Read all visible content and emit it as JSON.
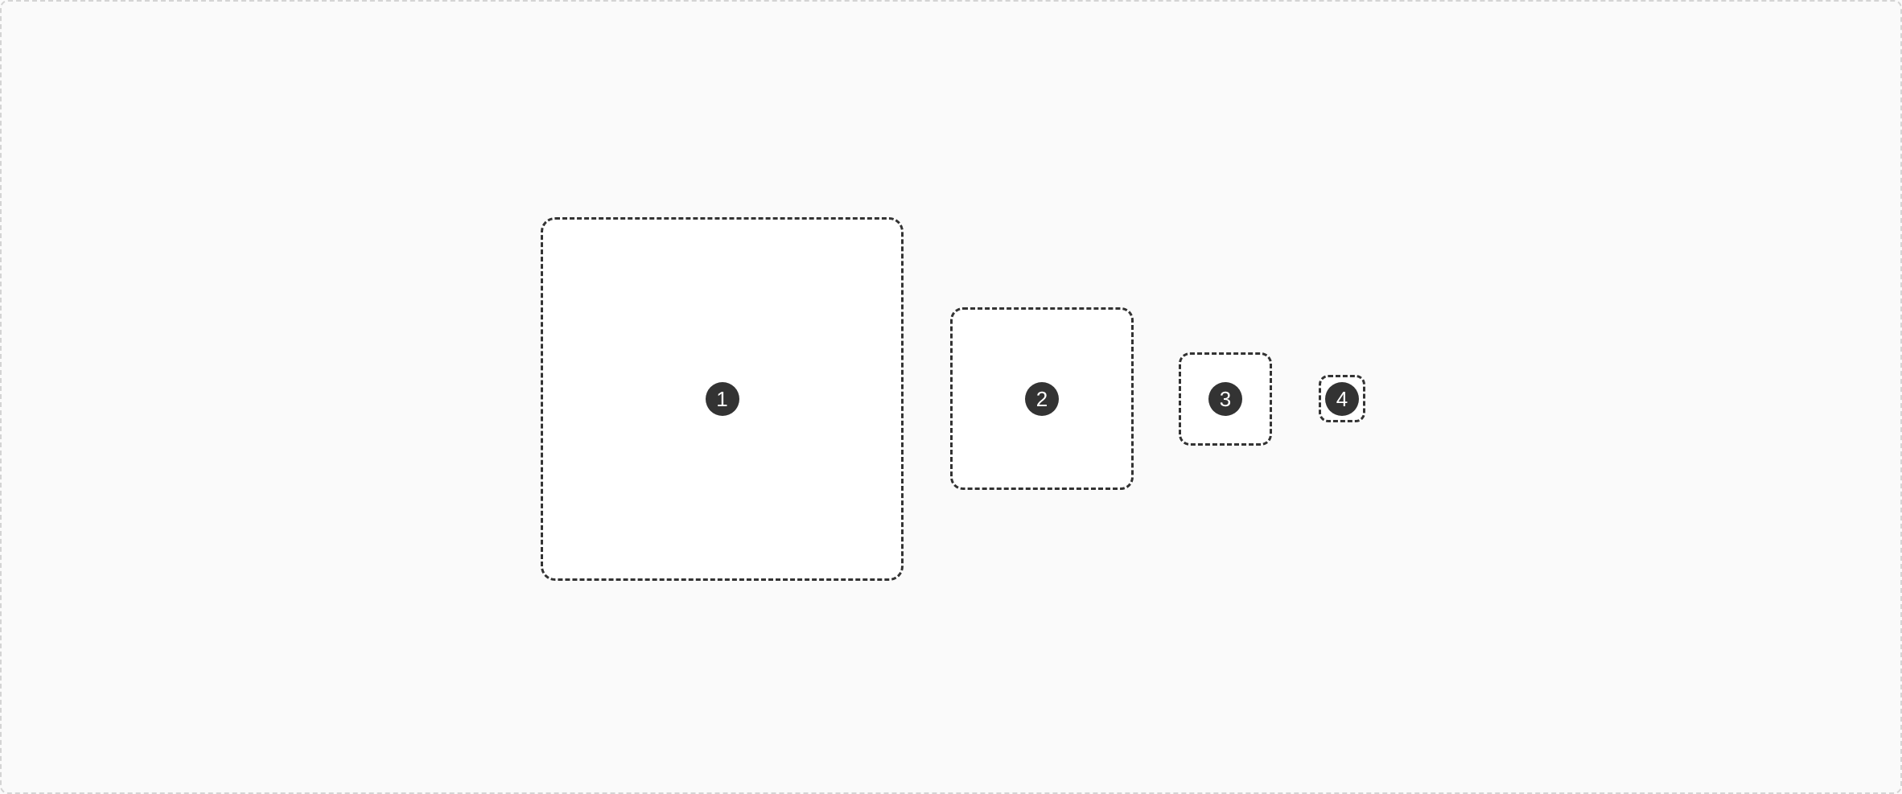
{
  "colors": {
    "background": "#fafafa",
    "frame_border": "#d4d4d4",
    "box_border": "#333333",
    "box_fill": "#ffffff",
    "badge_fill": "#333333",
    "badge_text": "#ffffff"
  },
  "boxes": [
    {
      "label": "1"
    },
    {
      "label": "2"
    },
    {
      "label": "3"
    },
    {
      "label": "4"
    }
  ]
}
